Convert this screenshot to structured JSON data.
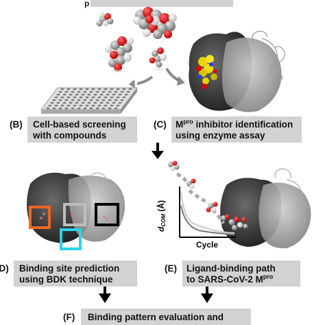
{
  "panels": {
    "B": {
      "letter": "(B)",
      "line1": "Cell-based screening",
      "line2": "with compounds"
    },
    "C": {
      "letter": "(C)",
      "line1_pre": "M",
      "line1_sup": "pro",
      "line1_post": " inhibitor identification",
      "line2": "using enzyme assay"
    },
    "D": {
      "letter": "(D)",
      "line1": "Binding site prediction",
      "line2": "using BDK technique"
    },
    "E": {
      "letter": "(E)",
      "line1": "Ligand-binding path",
      "line2_pre": "to SARS-CoV-2 M",
      "line2_sup": "pro"
    },
    "F": {
      "letter": "(F)",
      "line1": "Binding pattern evaluation and"
    }
  },
  "plot": {
    "ylabel_main": "d",
    "ylabel_sub": "COM",
    "ylabel_unit": " (Å)",
    "xlabel": "Cycle"
  },
  "colors": {
    "label_box": "#d2d2d2",
    "site_orange": "#f26522",
    "site_gray": "#bdbdbd",
    "site_black": "#000000",
    "site_cyan": "#29d3e8"
  }
}
